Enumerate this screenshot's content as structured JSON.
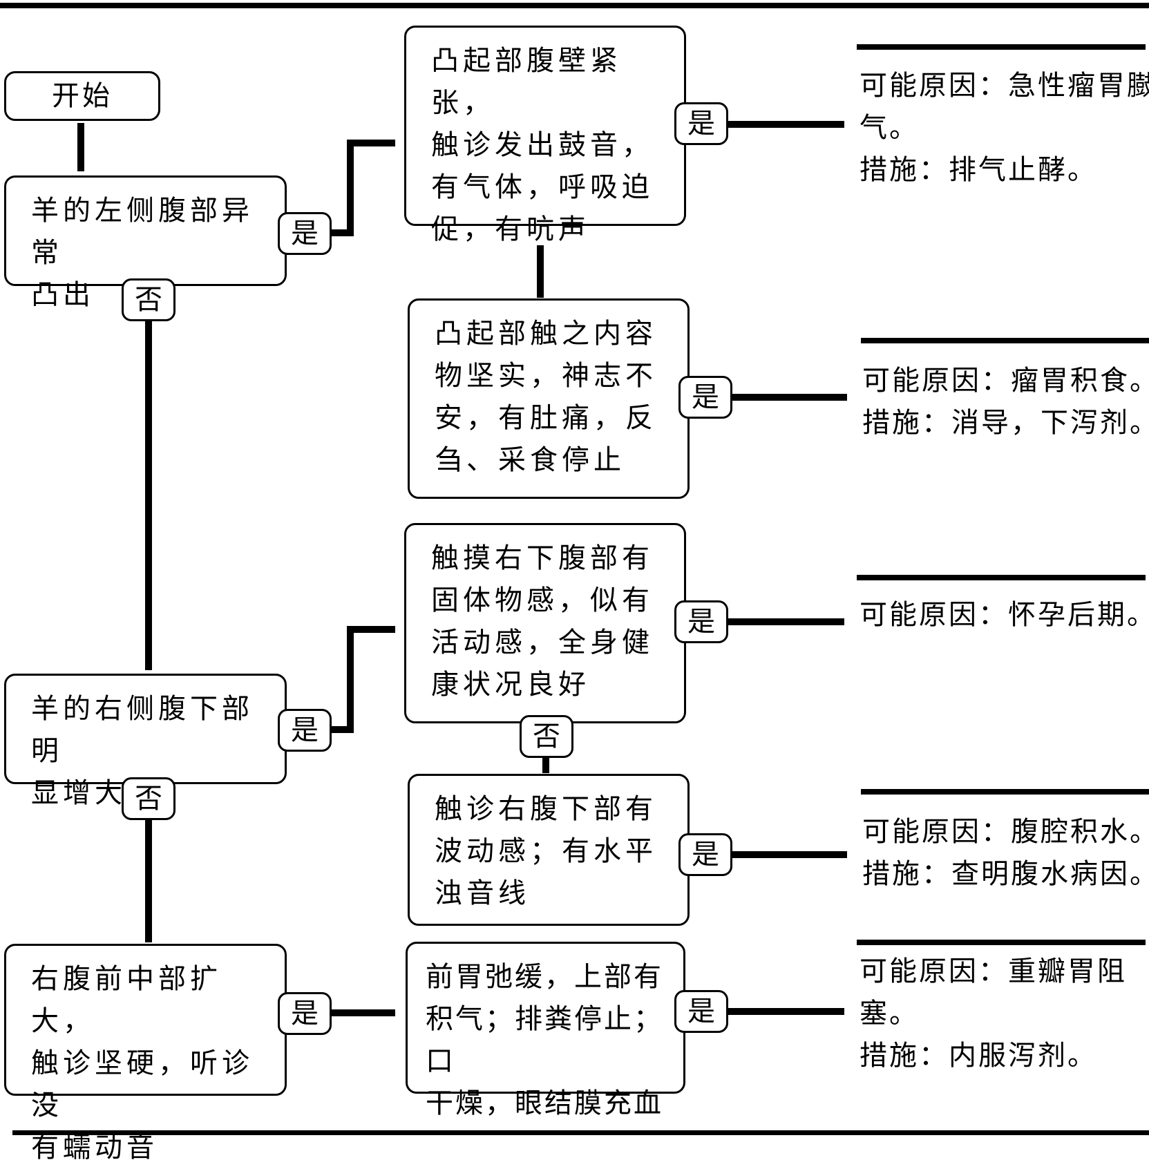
{
  "start": "开始",
  "yes_label": "是",
  "no_label": "否",
  "q1": "羊的左侧腹部异常\n凸出",
  "q2": "羊的右侧腹下部明\n显增大",
  "q3": "右腹前中部扩大，\n触诊坚硬，听诊没\n有蠕动音",
  "s1": "凸起部腹壁紧张，\n触诊发出鼓音，\n有气体，呼吸迫\n促，有吭声",
  "s2": "凸起部触之内容\n物坚实，神志不\n安，有肚痛，反\n刍、采食停止",
  "s3": "触摸右下腹部有\n固体物感，似有\n活动感，全身健\n康状况良好",
  "s4": "触诊右腹下部有\n波动感；有水平\n浊音线",
  "s5": "前胃弛缓，上部有\n积气；排粪停止；口\n干燥，眼结膜充血",
  "r1": {
    "l1": "可能原因：急性瘤胃臌",
    "l2": "气。",
    "l3": "措施：排气止酵。"
  },
  "r2": {
    "l1": "可能原因：瘤胃积食。",
    "l2": "措施：消导，下泻剂。"
  },
  "r3": {
    "l1": "可能原因：怀孕后期。"
  },
  "r4": {
    "l1": "可能原因：腹腔积水。",
    "l2": "措施：查明腹水病因。"
  },
  "r5": {
    "l1": "可能原因：重瓣胃阻",
    "l2": "塞。",
    "l3": "措施：内服泻剂。"
  }
}
